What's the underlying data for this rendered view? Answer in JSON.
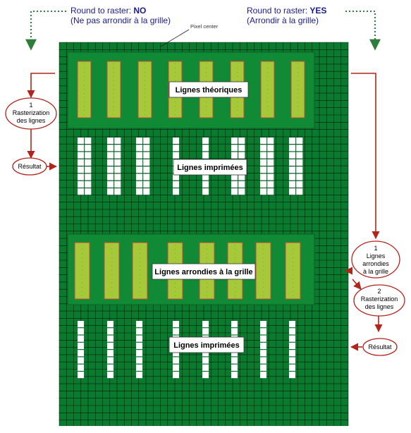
{
  "header_left": {
    "line1": "Round to raster: ",
    "value": "NO",
    "line2": "(Ne pas arrondir à la grille)"
  },
  "header_right": {
    "line1": "Round to raster: ",
    "value": "YES",
    "line2": "(Arrondir à la grille)"
  },
  "pixel_center_label": "Pixel center",
  "panels": {
    "theoretical": "Lignes théoriques",
    "printed_top": "Lignes imprimées",
    "rounded": "Lignes arrondies à la grille",
    "printed_bottom": "Lignes imprimées"
  },
  "steps_left": {
    "rasterize_num": "1",
    "rasterize_l1": "Rasterization",
    "rasterize_l2": "des lignes",
    "result": "Résultat"
  },
  "steps_right": {
    "round_num": "1",
    "round_l1": "Lignes",
    "round_l2": "arrondies",
    "round_l3": "à la grille",
    "rasterize_num": "2",
    "rasterize_l1": "Rasterization",
    "rasterize_l2": "des lignes",
    "result": "Résultat"
  },
  "colors": {
    "grid_green": "#0a7a2e",
    "panel_green": "#118a35",
    "line_fill": "#a6c93a",
    "line_edge": "#c14a3a",
    "arrow_red": "#b0261c",
    "arrow_green": "#2f7d3a",
    "header_text": "#1a1a8c"
  }
}
